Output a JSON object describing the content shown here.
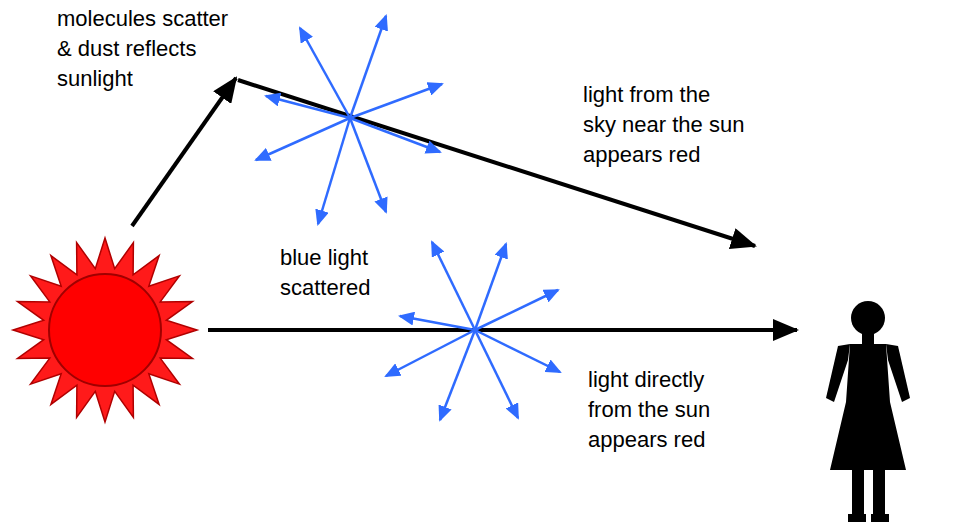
{
  "diagram": {
    "labels": [
      "molecules scatter & dust reflects sunlight",
      "light from the sky near the sun appears red",
      "blue light scattered",
      "light directly from the sun appears red"
    ]
  }
}
